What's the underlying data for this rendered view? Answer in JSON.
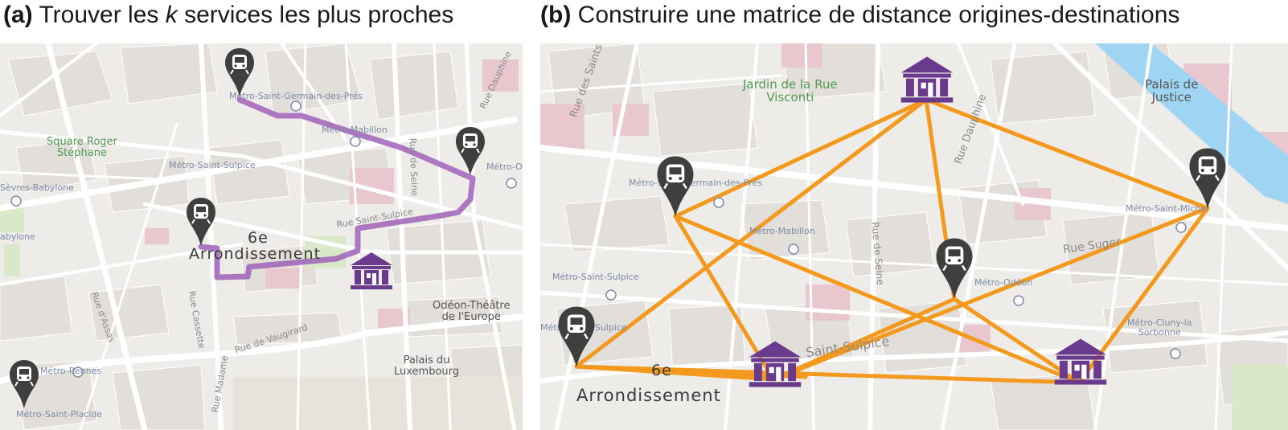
{
  "panels": {
    "a": {
      "label": "(a)",
      "title_pre": " Trouver les ",
      "title_k": "k",
      "title_post": " services les plus proches"
    },
    "b": {
      "label": "(b)",
      "title": " Construire une matrice de distance origines-destinations"
    }
  },
  "map_a": {
    "labels": {
      "square": "Square Roger\nStéphane",
      "germain": "Métro-Saint-Germain-des-Prés",
      "mabillon": "Métro-Mabillon",
      "sulpice": "Métro-Saint-Sulpice",
      "rue_sulpice": "Rue Saint-Sulpice",
      "arr_num": "6e",
      "arr_word": "Arrondissement",
      "odeon": "Odéon-Théâtre\nde l'Europe",
      "luxembourg": "Palais du\nLuxembourg",
      "vaugirard": "Rue de Vaugirard",
      "madame": "Rue Madame",
      "cassette": "Rue Cassette",
      "assas": "Rue d'Assas",
      "rennes": "Métro-Rennes",
      "placide": "Métro-Saint-Placide",
      "babylone": "Sèvres-Babylone",
      "babylone2": "abylone",
      "seine": "Rue de Seine",
      "dauphine": "Rue Dauphine",
      "odeon_metro": "Métro-Odé"
    }
  },
  "map_b": {
    "labels": {
      "jardin": "Jardin de la Rue\nVisconti",
      "palais_justice": "Palais de\nJustice",
      "germain": "Métro-Saint-Germain-des-Prés",
      "mabillon": "Métro-Mabillon",
      "sulpice": "Métro-Saint-Sulpice",
      "sulpice2": "Métro-Saint-Sulpice",
      "odeon": "Métro-Odéon",
      "cluny": "Métro-Cluny-la\nSorbonne",
      "michel": "Métro-Saint-Michel",
      "suger": "Rue Suger",
      "dauphine": "Rue Dauphine",
      "seine": "Rue de Seine",
      "rue_saints": "Rue des Saints",
      "arr_num": "6e",
      "arr_word": "Arrondissement",
      "saint_sulpice": "Saint-Sulpice"
    }
  },
  "colors": {
    "route": "#9b59b6",
    "matrix_line": "#f39a1e",
    "museum": "#6a3a8c",
    "metro_marker": "#3f3f3f",
    "river": "#9fd4f2",
    "green_label": "#4f9a4f"
  }
}
